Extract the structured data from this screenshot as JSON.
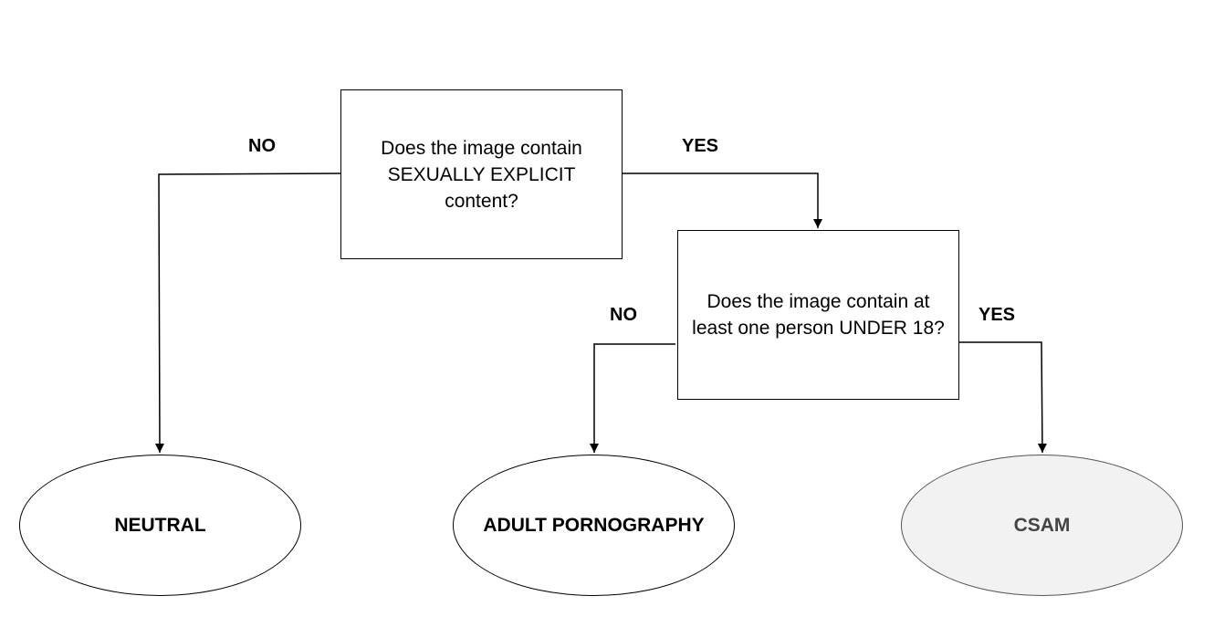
{
  "questions": {
    "q1": "Does the image contain SEXUALLY EXPLICIT content?",
    "q2": "Does the image contain at least one person UNDER 18?"
  },
  "outcomes": {
    "neutral": "NEUTRAL",
    "adult": "ADULT PORNOGRAPHY",
    "csam": "CSAM"
  },
  "edge_labels": {
    "q1_no": "NO",
    "q1_yes": "YES",
    "q2_no": "NO",
    "q2_yes": "YES"
  },
  "colors": {
    "line": "#000000",
    "csam_fill": "#f2f2f2",
    "csam_text": "#444444"
  }
}
